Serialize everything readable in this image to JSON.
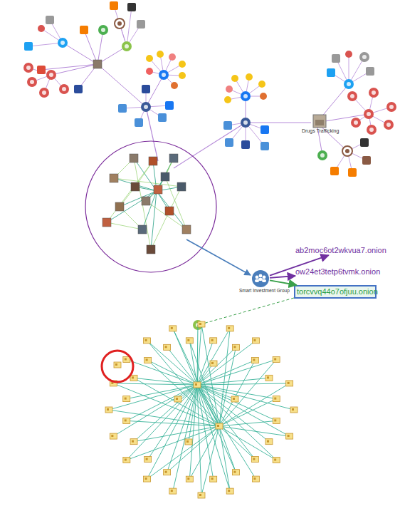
{
  "diagram": {
    "nodes": [
      {
        "text": [
          "Drugs Trafficking"
        ]
      },
      {
        "text": [
          "Smart Investment Group"
        ]
      },
      {
        "text": [
          "ab2moc6ot2wkvua7.onion"
        ]
      },
      {
        "text": [
          "ow24et3tetp6tvmk.onion"
        ]
      },
      {
        "text": [
          "torcvvq44o7ofjuu.onion"
        ]
      }
    ],
    "edges": [
      {
        "from": 1,
        "to": 2,
        "arrow": "to"
      },
      {
        "from": 1,
        "to": 3,
        "arrow": "to"
      },
      {
        "from": 1,
        "to": 4,
        "arrow": "to"
      }
    ]
  }
}
